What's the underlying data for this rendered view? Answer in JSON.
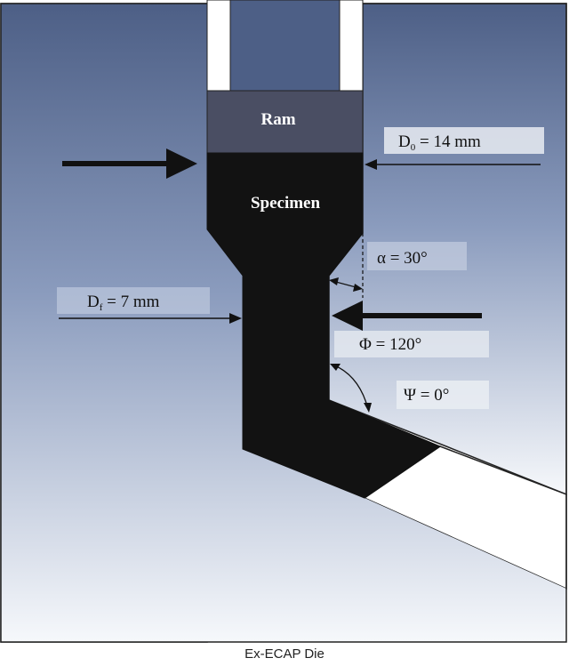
{
  "figure": {
    "ram_label": "Ram",
    "specimen_label": "Specimen",
    "caption": "Ex-ECAP Die"
  },
  "annotations": {
    "initial_diameter": {
      "symbol": "D",
      "subscript": "0",
      "rest": " = 14 mm"
    },
    "final_diameter": {
      "symbol": "D",
      "subscript": "f",
      "rest": " = 7 mm"
    },
    "alpha": "α = 30°",
    "phi": "Φ = 120°",
    "psi": "Ψ = 0°"
  },
  "colors": {
    "die_top": "#4d5f86",
    "die_bottom": "#f6f8fb",
    "ram": "#4a4e63",
    "specimen": "#121212",
    "channel": "#ffffff",
    "outline": "#222222"
  }
}
